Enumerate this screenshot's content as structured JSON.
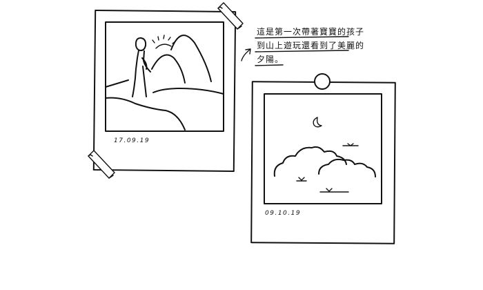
{
  "polaroids": [
    {
      "date": "17.09.19",
      "scene": "person-on-hill-at-sunset"
    },
    {
      "date": "09.10.19",
      "scene": "clouds-and-moon-with-birds"
    }
  ],
  "note": {
    "lines": [
      "這是第一次帶著寶寶的孩子",
      "到山上遊玩還看到了美麗的",
      "夕陽。"
    ]
  },
  "colors": {
    "ink": "#111111",
    "paper": "#ffffff"
  }
}
